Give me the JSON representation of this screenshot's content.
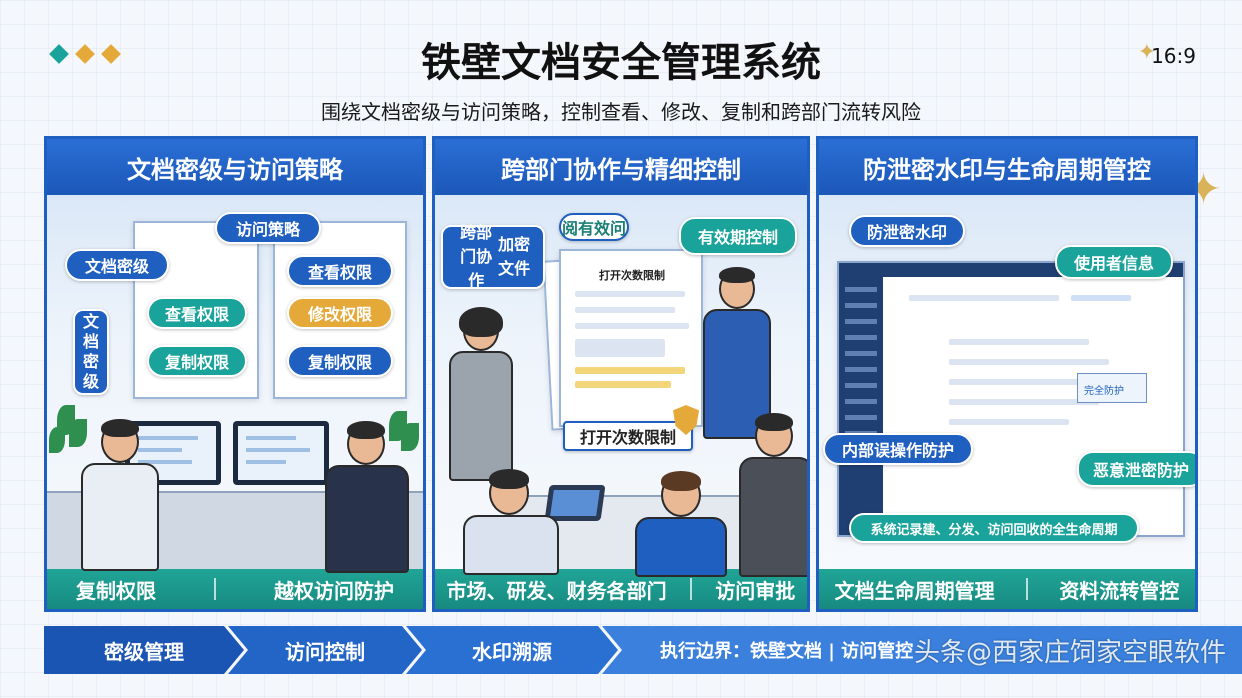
{
  "header": {
    "title": "铁壁文档安全管理系统",
    "subtitle": "围绕文档密级与访问策略，控制查看、修改、复制和跨部门流转风险",
    "ratio": "16:9"
  },
  "panels": [
    {
      "title": "文档密级与访问策略",
      "chips": {
        "policy": "访问策略",
        "level": "文档密级",
        "level_vertical": "文档密级",
        "view_left": "查看权限",
        "copy_left": "复制权限",
        "view_right": "查看权限",
        "edit_right": "修改权限",
        "copy_right": "复制权限"
      },
      "footer": [
        "复制权限",
        "越权访问防护"
      ]
    },
    {
      "title": "跨部门协作与精细控制",
      "chips": {
        "collab": "跨部门协作",
        "encrypt": "加密文件",
        "visit": "阅有效问",
        "expiry": "有效期控制",
        "doc_title": "打开次数限制",
        "open_limit": "打开次数限制"
      },
      "footer": [
        "市场、研发、财务各部门",
        "访问审批"
      ]
    },
    {
      "title": "防泄密水印与生命周期管控",
      "chips": {
        "watermark": "防泄密水印",
        "user_info": "使用者信息",
        "internal": "内部误操作防护",
        "malicious": "恶意泄密防护",
        "lifecycle": "系统记录建、分发、访问回收的全生命周期",
        "stamp": "完全防护"
      },
      "footer": [
        "文档生命周期管理",
        "资料流转管控"
      ]
    }
  ],
  "flow": [
    {
      "label": "密级管理"
    },
    {
      "label": "访问控制"
    },
    {
      "label": "水印溯源"
    },
    {
      "label": "执行边界：铁壁文档 | 访问管控"
    }
  ],
  "watermark_text": "头条@西家庄饲家空眼软件",
  "colors": {
    "primary": "#1f5fbf",
    "teal": "#1aa39a",
    "gold": "#e5a93a",
    "navy": "#1a3f7a"
  },
  "icons": [
    "diamond-icon",
    "sparkle-star-icon",
    "shield-icon"
  ]
}
